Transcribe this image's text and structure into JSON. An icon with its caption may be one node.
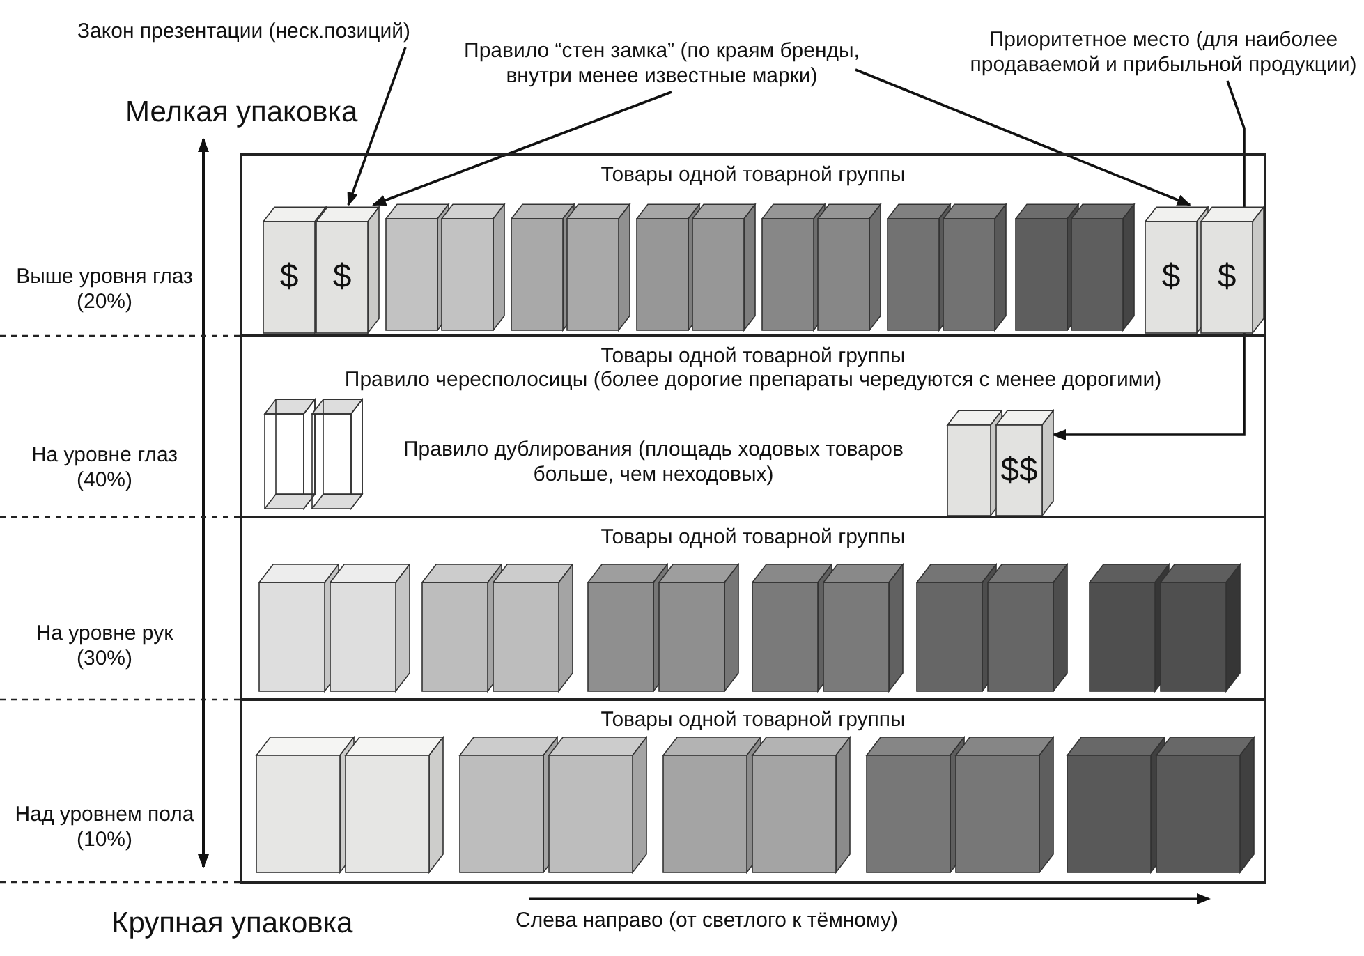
{
  "diagram": {
    "nodes": [
      {
        "text": [
          "Закон презентации (неск.позиций)"
        ]
      },
      {
        "text": [
          "Правило “стен замка” (по краям бренды, внутри менее известные марки)"
        ]
      },
      {
        "text": [
          "Приоритетное место (для наиболее продаваемой и прибыльной продукции)"
        ]
      },
      {
        "text": [
          "Товары одной товарной группы"
        ]
      },
      {
        "text": [
          "$"
        ],
        "in": 3
      },
      {
        "text": [
          "$"
        ],
        "in": 3
      },
      {
        "text": [
          "$"
        ],
        "in": 3
      },
      {
        "text": [
          "$"
        ],
        "in": 3
      },
      {
        "text": [
          "Товары одной товарной группы",
          "Правило чересполосицы (более дорогие препараты чередуются с менее дорогими)",
          "Правило дублирования (площадь ходовых товаров больше, чем неходовых)"
        ]
      },
      {
        "text": [],
        "shape": "box",
        "in": 8
      },
      {
        "text": [
          "$$"
        ],
        "in": 8
      },
      {
        "text": [
          "Товары одной товарной группы"
        ]
      },
      {
        "text": [
          "Товары одной товарной группы"
        ]
      }
    ],
    "edges": [
      {
        "from": 0,
        "to": 5,
        "arrow": "to"
      },
      {
        "from": 1,
        "to": 5,
        "arrow": "to"
      },
      {
        "from": 1,
        "to": 6,
        "arrow": "to"
      },
      {
        "from": 2,
        "to": 10,
        "arrow": "to"
      }
    ],
    "labels": [
      "Мелкая упаковка",
      "Выше уровня глаз (20%)",
      "На уровне глаз (40%)",
      "На уровне рук (30%)",
      "Над уровнем пола (10%)",
      "Крупная упаковка",
      "Слева направо (от светлого к тёмному)"
    ]
  }
}
